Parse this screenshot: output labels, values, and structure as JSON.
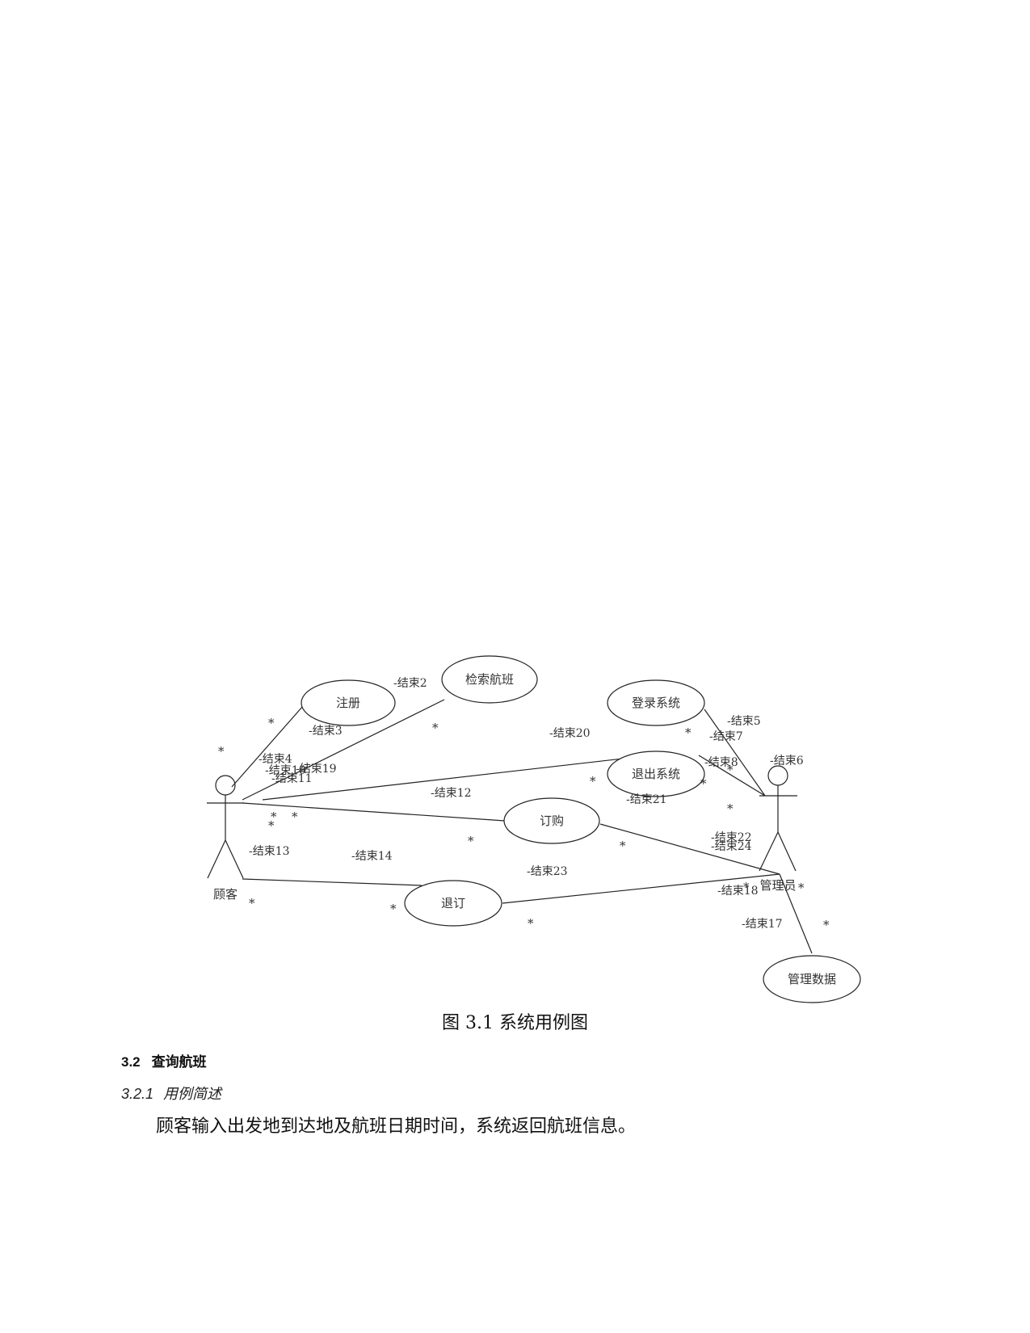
{
  "diagram": {
    "actors": {
      "customer": "顾客",
      "admin": "管理员"
    },
    "use_cases": {
      "register": "注册",
      "search_flights": "检索航班",
      "login": "登录系统",
      "logout": "退出系统",
      "order": "订购",
      "refund": "退订",
      "manage_data": "管理数据"
    },
    "roles": {
      "r2": "-结束2",
      "r3": "-结束3",
      "r4": "-结束4",
      "r5": "-结束5",
      "r6": "-结束6",
      "r7": "-结束7",
      "r8": "-结束8",
      "r10": "-结束10",
      "r11": "-结束11",
      "r12": "-结束12",
      "r13": "-结束13",
      "r14": "-结束14",
      "r17": "-结束17",
      "r18": "-结束18",
      "r19": "-结束19",
      "r20": "-结束20",
      "r21": "-结束21",
      "r22": "-结束22",
      "r23": "-结束23",
      "r24": "-结束24"
    },
    "multiplicity": "*"
  },
  "figure_caption": "图 3.1  系统用例图",
  "section": {
    "number": "3.2",
    "title": "查询航班"
  },
  "subsection": {
    "number": "3.2.1",
    "title": "用例简述"
  },
  "body_text": "顾客输入出发地到达地及航班日期时间，系统返回航班信息。"
}
